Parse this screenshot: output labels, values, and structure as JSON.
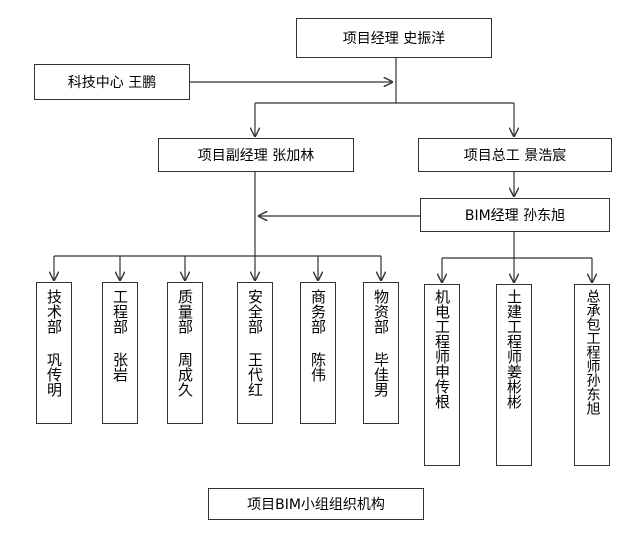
{
  "org": {
    "pm": "项目经理  史振洋",
    "tech_center": "科技中心  王鹏",
    "deputy_pm": "项目副经理  张加林",
    "chief_engineer": "项目总工  景浩宸",
    "bim_manager": "BIM经理  孙东旭",
    "departments": [
      {
        "dept": "技术部",
        "name": "巩传明"
      },
      {
        "dept": "工程部",
        "name": "张岩"
      },
      {
        "dept": "质量部",
        "name": "周成久"
      },
      {
        "dept": "安全部",
        "name": "王代红"
      },
      {
        "dept": "商务部",
        "name": "陈伟"
      },
      {
        "dept": "物资部",
        "name": "毕佳男"
      }
    ],
    "engineers": [
      {
        "text": "机电工程师申传根"
      },
      {
        "text": "土建工程师姜彬彬"
      },
      {
        "text": "总承包工程师孙东旭"
      }
    ]
  },
  "caption": "项目BIM小组组织机构",
  "colors": {
    "line": "#333333",
    "background": "#ffffff"
  }
}
